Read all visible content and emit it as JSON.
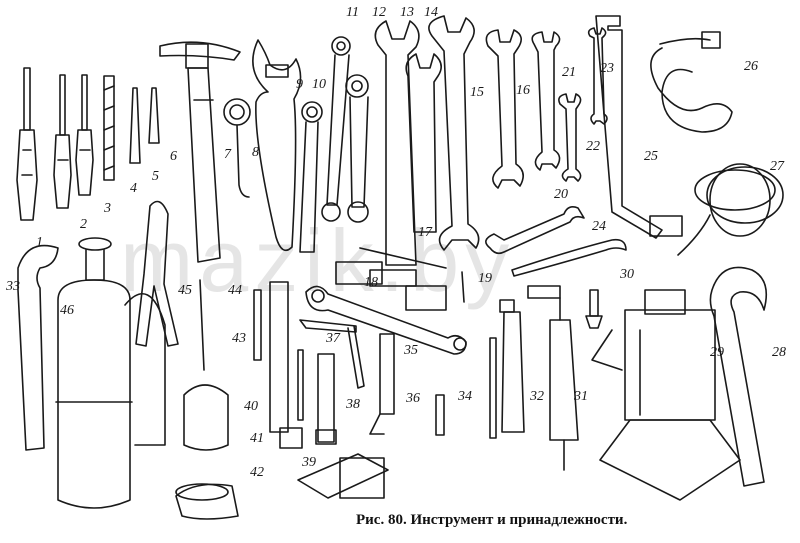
{
  "figure": {
    "caption": "Рис. 80. Инструмент и принадлежности.",
    "watermark": "mazik.by",
    "ink_color": "#1a1a1a",
    "paper_color": "#ffffff",
    "labels": {
      "n1": "1",
      "n2": "2",
      "n3": "3",
      "n4": "4",
      "n5": "5",
      "n6": "6",
      "n7": "7",
      "n8": "8",
      "n9": "9",
      "n10": "10",
      "n11": "11",
      "n12": "12",
      "n13": "13",
      "n14": "14",
      "n15": "15",
      "n16": "16",
      "n17": "17",
      "n18": "18",
      "n19": "19",
      "n20": "20",
      "n21": "21",
      "n22": "22",
      "n23": "23",
      "n24": "24",
      "n25": "25",
      "n26": "26",
      "n27": "27",
      "n28": "28",
      "n29": "29",
      "n30": "30",
      "n31": "31",
      "n32": "32",
      "n33": "33",
      "n34": "34",
      "n35": "35",
      "n36": "36",
      "n37": "37",
      "n38": "38",
      "n39": "39",
      "n40": "40",
      "n41": "41",
      "n42": "42",
      "n43": "43",
      "n44": "44",
      "n45": "45",
      "n46": "46"
    }
  }
}
